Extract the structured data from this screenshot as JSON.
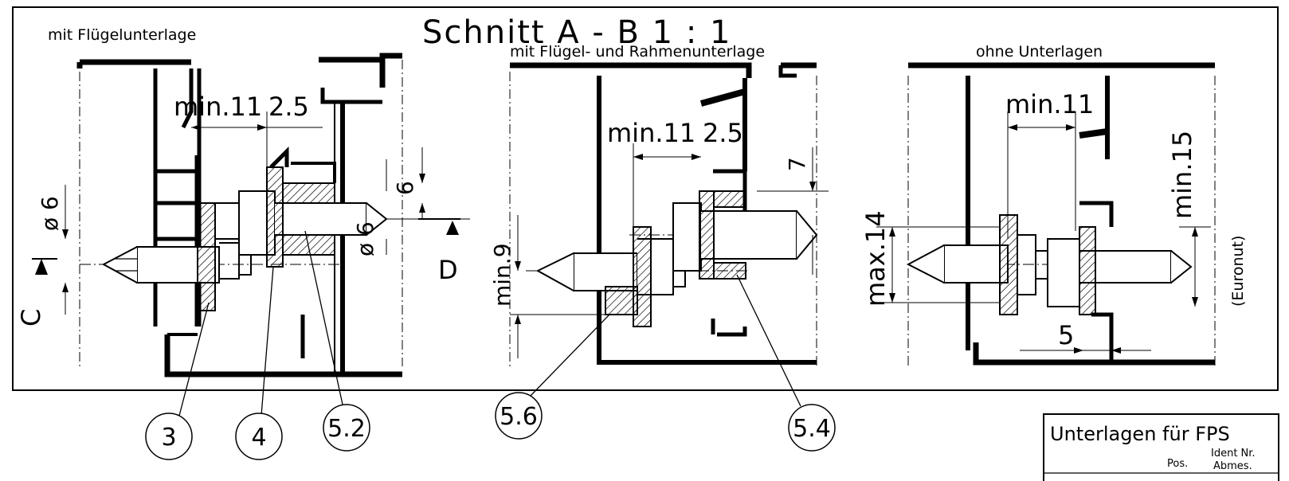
{
  "title": "Schnitt   A  -  B     1 : 1",
  "views": {
    "left": {
      "caption": "mit Flügelunterlage"
    },
    "middle": {
      "caption": "mit Flügel- und Rahmenunterlage"
    },
    "right": {
      "caption": "ohne Unterlagen"
    }
  },
  "dimensions": {
    "left_min": "min.11",
    "left_gap": "2.5",
    "left_dia_upper": "ø 6",
    "left_dia_lower": "ø 6",
    "left_six": "6",
    "section_c": "C",
    "section_d": "D",
    "mid_min": "min.11",
    "mid_gap": "2.5",
    "mid_seven": "7",
    "mid_min9": "min.9",
    "right_min": "min.11",
    "right_min15": "min.15",
    "right_max14": "max.14",
    "right_five": "5",
    "right_euronut": "(Euronut)"
  },
  "callouts": [
    "3",
    "4",
    "5.2",
    "5.6",
    "5.4"
  ],
  "title_block": {
    "heading": "Unterlagen für FPS",
    "pos_label": "Pos.",
    "ident_label": "Ident Nr.",
    "abmes_label": "Abmes."
  }
}
